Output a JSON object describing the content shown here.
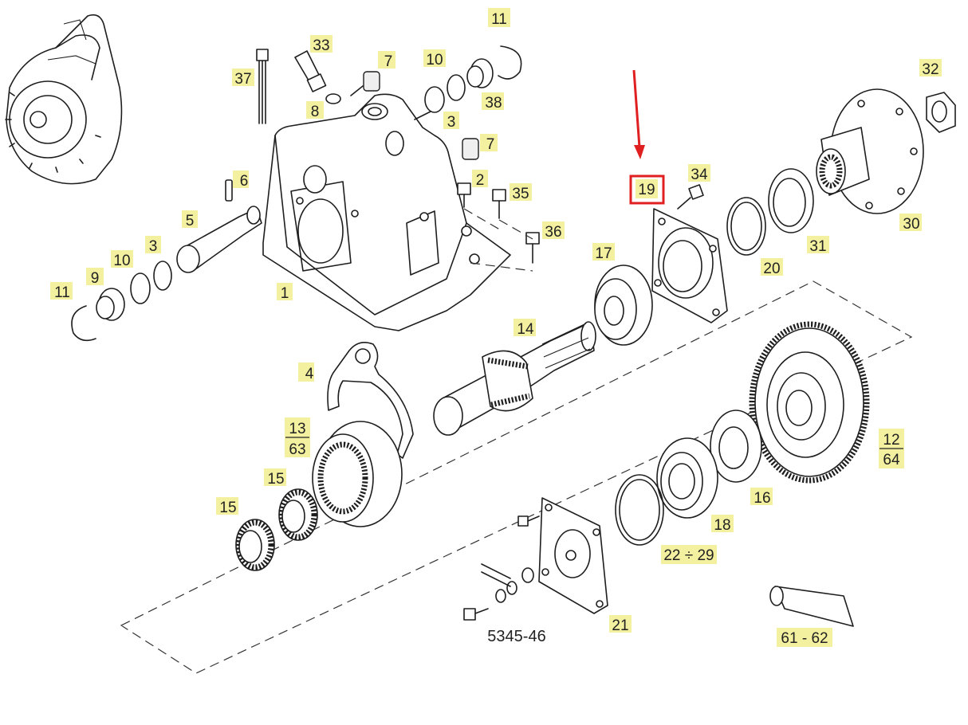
{
  "diagram": {
    "drawing_code": "5345-46",
    "highlight_color": "#e02020",
    "label_background_color": "#f3f0a0",
    "highlighted_callout": "19"
  },
  "callouts": {
    "c1": "1",
    "c2": "2",
    "c3a": "3",
    "c3b": "3",
    "c4": "4",
    "c5": "5",
    "c6": "6",
    "c7a": "7",
    "c7b": "7",
    "c8": "8",
    "c9": "9",
    "c10a": "10",
    "c10b": "10",
    "c11a": "11",
    "c11b": "11",
    "c12_top": "12",
    "c12_bottom": "64",
    "c13_top": "13",
    "c13_bottom": "63",
    "c14": "14",
    "c15a": "15",
    "c15b": "15",
    "c16": "16",
    "c17": "17",
    "c18": "18",
    "c19": "19",
    "c20": "20",
    "c21": "21",
    "c22_29": "22 ÷ 29",
    "c30": "30",
    "c31": "31",
    "c32": "32",
    "c33": "33",
    "c34": "34",
    "c35": "35",
    "c36": "36",
    "c37": "37",
    "c38": "38",
    "c61_62": "61 - 62"
  }
}
